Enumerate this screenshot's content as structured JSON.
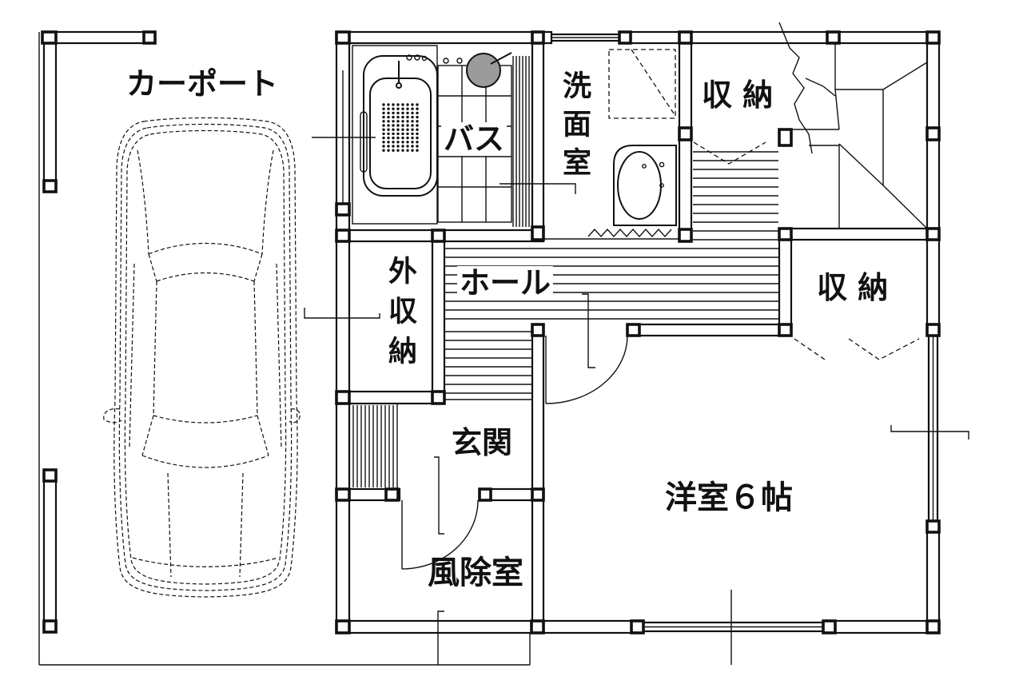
{
  "rooms": {
    "carport": "カーポート",
    "bath": "バス",
    "washroom": "洗面室",
    "storage_top": "収 納",
    "outdoor_storage": "外収納",
    "hall": "ホール",
    "storage_right": "収 納",
    "entrance": "玄関",
    "western_room": "洋室６帖",
    "windbreak_room": "風除室"
  },
  "colors": {
    "ink": "#111111",
    "paper": "#ffffff",
    "shade": "#9b9b9b"
  }
}
